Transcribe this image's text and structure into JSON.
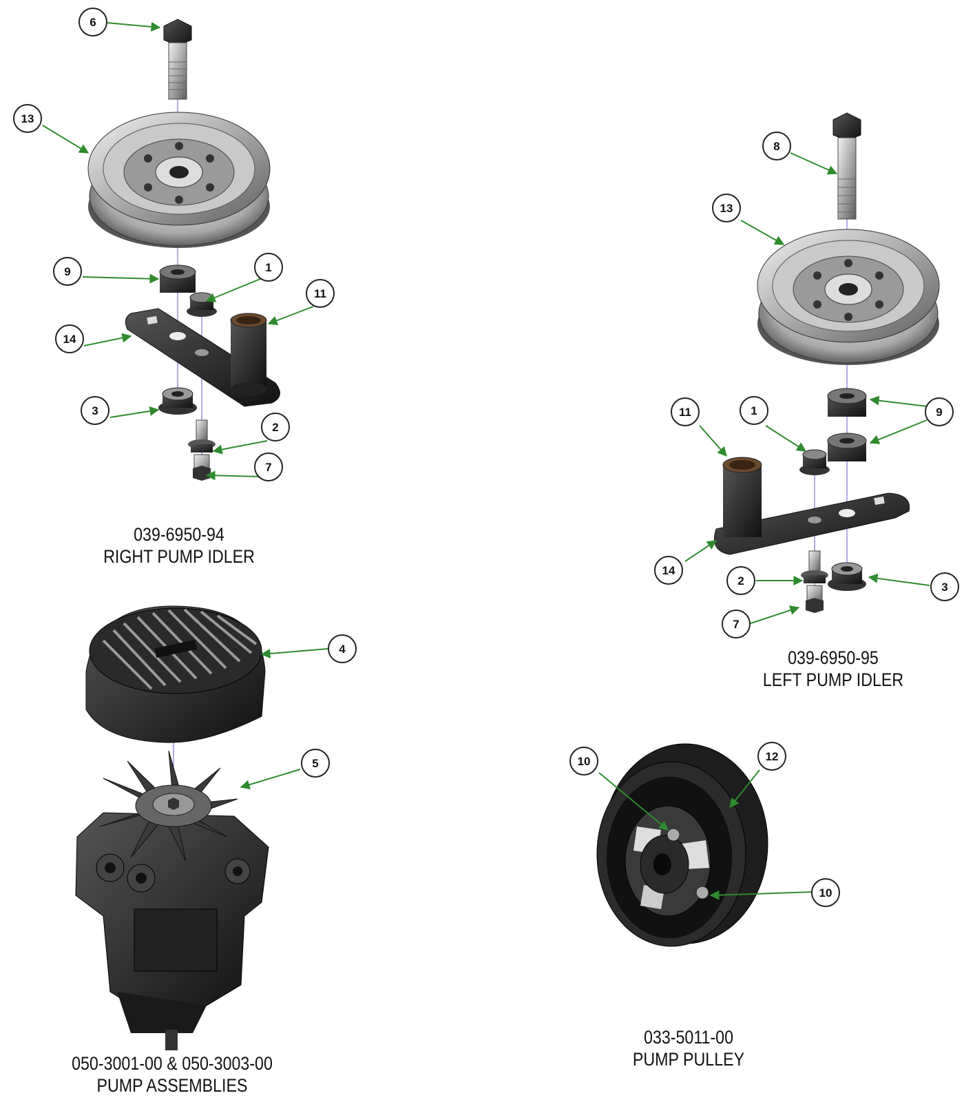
{
  "assemblies": [
    {
      "part_number": "039-6950-94",
      "name": "RIGHT PUMP IDLER"
    },
    {
      "part_number": "039-6950-95",
      "name": "LEFT PUMP IDLER"
    },
    {
      "part_number": "050-3001-00 & 050-3003-00",
      "name": "PUMP ASSEMBLIES"
    },
    {
      "part_number": "033-5011-00",
      "name": "PUMP PULLEY"
    }
  ],
  "callouts": {
    "right_idler": [
      "6",
      "13",
      "9",
      "1",
      "11",
      "14",
      "3",
      "2",
      "7"
    ],
    "left_idler": [
      "8",
      "13",
      "11",
      "1",
      "9",
      "9",
      "14",
      "2",
      "3",
      "7"
    ],
    "pump": [
      "4",
      "5"
    ],
    "pulley": [
      "10",
      "12",
      "10"
    ]
  },
  "colors": {
    "leader_arrow": "#2e8b2e",
    "axis_line": "#6a5acd",
    "part_dark": "#2a2a2a",
    "part_metal": "#b8b8b8"
  }
}
